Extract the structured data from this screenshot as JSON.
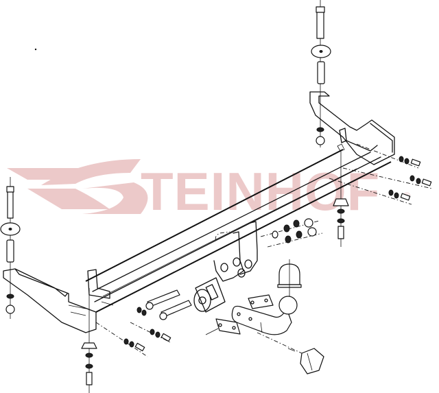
{
  "diagram": {
    "type": "exploded technical line drawing",
    "subject": "towbar / trailer hitch assembly",
    "watermark": {
      "text": "STEINHOF",
      "registered_mark": "®",
      "color": "#ecc9c9"
    },
    "line_color": "#111111",
    "background": "#ffffff",
    "parts": [
      {
        "id": "crossbar",
        "label": "main cross beam"
      },
      {
        "id": "bracket-left",
        "label": "left side mounting bracket"
      },
      {
        "id": "bracket-right",
        "label": "right side mounting bracket"
      },
      {
        "id": "ball-mount",
        "label": "tow ball neck with ball"
      },
      {
        "id": "ball-cover",
        "label": "tow ball cap"
      },
      {
        "id": "socket-plate",
        "label": "electrical socket mounting plate"
      },
      {
        "id": "clamp-plates",
        "label": "ball neck clamp plates"
      },
      {
        "id": "electrical-socket",
        "label": "electrical connector socket"
      },
      {
        "id": "bolts",
        "label": "bolts, washers, spacers and nuts"
      }
    ]
  }
}
